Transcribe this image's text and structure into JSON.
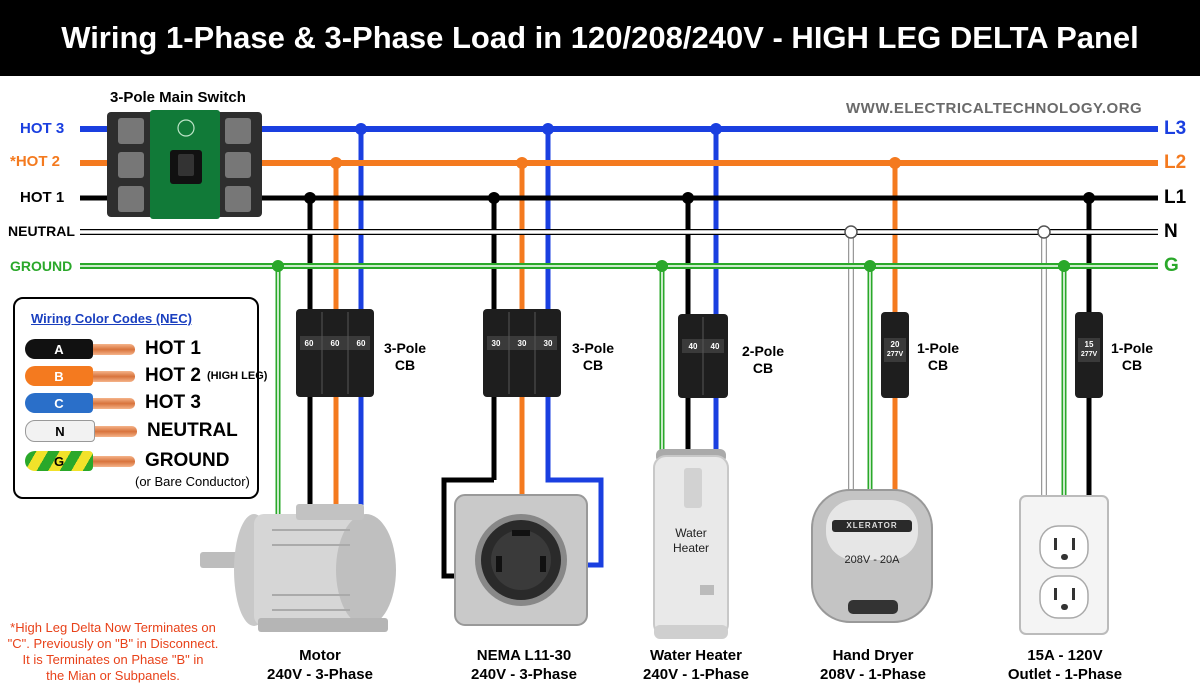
{
  "title": "Wiring 1-Phase & 3-Phase Load in 120/208/240V - HIGH LEG DELTA Panel",
  "website": "WWW.ELECTRICALTECHNOLOGY.ORG",
  "main_switch_label": "3-Pole Main Switch",
  "buses": {
    "hot3": {
      "left": "HOT 3",
      "right": "L3",
      "color": "#1a3fe0"
    },
    "hot2": {
      "star": "*",
      "left": "HOT 2",
      "right": "L2",
      "color": "#f47a1f"
    },
    "hot1": {
      "left": "HOT 1",
      "right": "L1",
      "color": "#000000"
    },
    "neutral": {
      "left": "NEUTRAL",
      "right": "N",
      "color": "#ffffff"
    },
    "ground": {
      "left": "GROUND",
      "right": "G",
      "color": "#2aa82a"
    }
  },
  "legend": {
    "title": "Wiring Color Codes (NEC)",
    "items": [
      {
        "letter": "A",
        "label": "HOT 1",
        "note": "",
        "color": "#111111"
      },
      {
        "letter": "B",
        "label": "HOT 2",
        "note": "(HIGH LEG)",
        "color": "#f47a1f"
      },
      {
        "letter": "C",
        "label": "HOT 3",
        "note": "",
        "color": "#2a6fc9"
      },
      {
        "letter": "N",
        "label": "NEUTRAL",
        "note": "",
        "color": "#f2f2f2"
      },
      {
        "letter": "G",
        "label": "GROUND",
        "note": "(or Bare Conductor)",
        "color": "#2aa82a"
      }
    ]
  },
  "breakers": [
    {
      "label_line1": "3-Pole",
      "label_line2": "CB",
      "ratings": [
        "60",
        "60",
        "60"
      ]
    },
    {
      "label_line1": "3-Pole",
      "label_line2": "CB",
      "ratings": [
        "30",
        "30",
        "30"
      ]
    },
    {
      "label_line1": "2-Pole",
      "label_line2": "CB",
      "ratings": [
        "40",
        "40"
      ]
    },
    {
      "label_line1": "1-Pole",
      "label_line2": "CB",
      "ratings": [
        "20"
      ],
      "sub": "277V"
    },
    {
      "label_line1": "1-Pole",
      "label_line2": "CB",
      "ratings": [
        "15"
      ],
      "sub": "277V"
    }
  ],
  "loads": [
    {
      "name": "Motor",
      "spec": "240V - 3-Phase"
    },
    {
      "name": "NEMA L11-30",
      "spec": "240V - 3-Phase"
    },
    {
      "name": "Water Heater",
      "spec": "240V - 1-Phase"
    },
    {
      "name": "Hand Dryer",
      "spec": "208V - 1-Phase"
    },
    {
      "name": "15A - 120V",
      "spec": "Outlet - 1-Phase"
    }
  ],
  "water_heater_text": {
    "line1": "Water",
    "line2": "Heater"
  },
  "hand_dryer_text": {
    "brand": "XLERATOR",
    "rating": "208V - 20A"
  },
  "footnote": {
    "line1": "*High Leg Delta Now Terminates on",
    "line2": "\"C\". Previously on \"B\" in Disconnect.",
    "line3": "It is Terminates on Phase \"B\" in",
    "line4": "the Mian or Subpanels."
  }
}
